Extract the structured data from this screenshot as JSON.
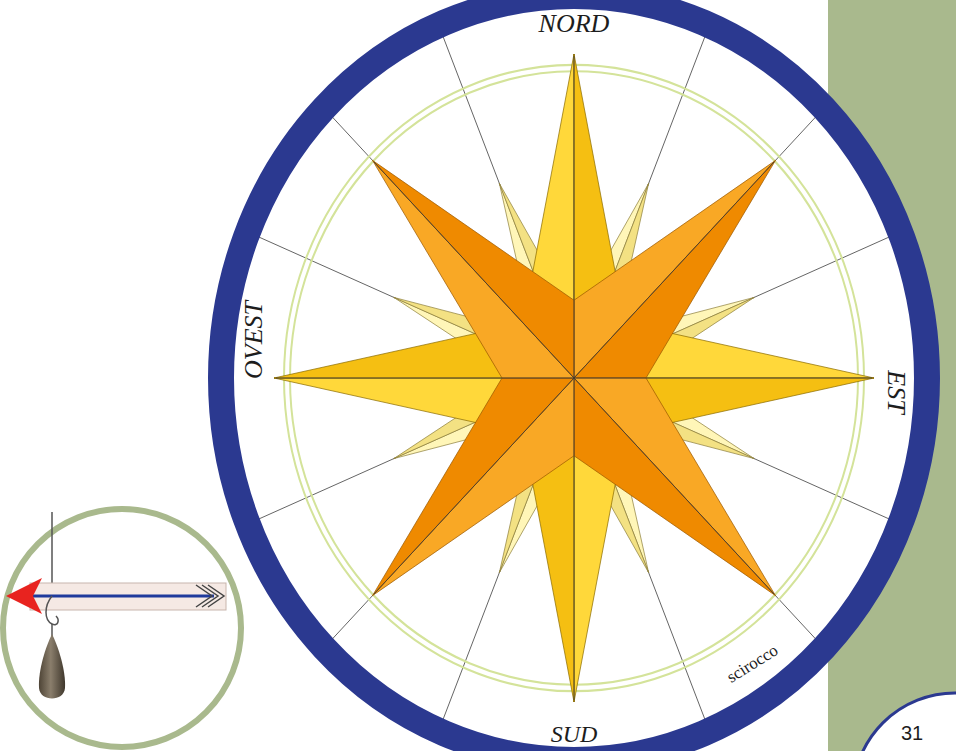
{
  "diagram": {
    "nodes": [
      {
        "text": [
          "NORD",
          "EST",
          "SUD",
          "OVEST",
          "scirocco"
        ]
      },
      {
        "text": [
          "31"
        ]
      }
    ]
  }
}
